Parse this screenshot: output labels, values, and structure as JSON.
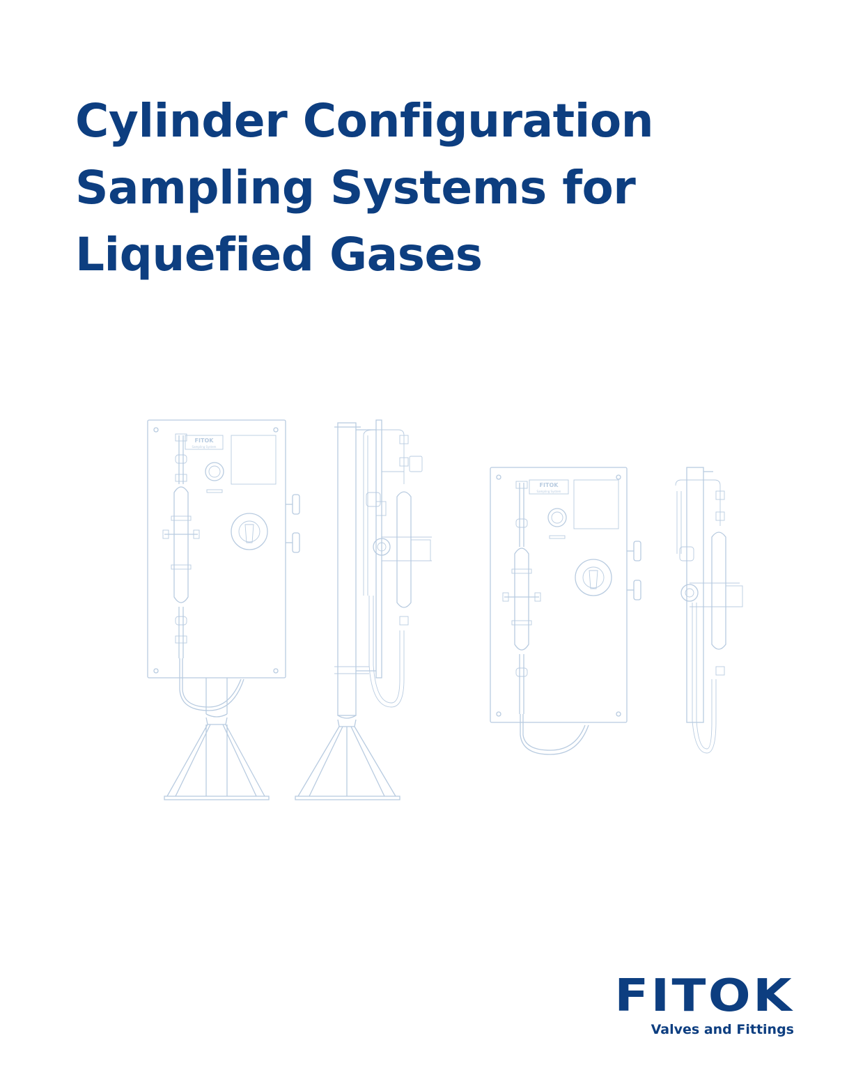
{
  "title": {
    "lines": [
      "Cylinder Configuration",
      "Sampling Systems for",
      "Liquefied Gases"
    ]
  },
  "illustration": {
    "panel_brand": "FITOK",
    "panel_subtitle": "Sampling System"
  },
  "logo": {
    "brand": "FITOK",
    "tagline": "Valves and Fittings"
  },
  "colors": {
    "brand_blue": "#0d3e80",
    "drawing_line": "#b8cbe0",
    "background": "#ffffff"
  }
}
